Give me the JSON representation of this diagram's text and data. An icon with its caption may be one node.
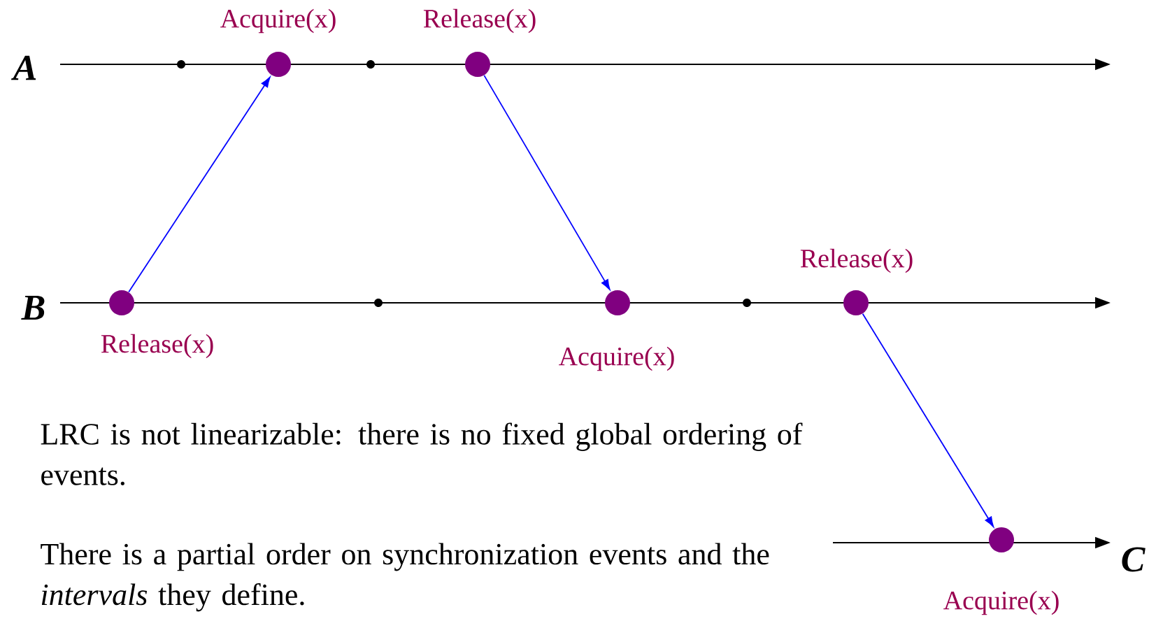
{
  "diagram": {
    "nodes": [
      {
        "text": [
          "Acquire(x)"
        ]
      },
      {
        "text": [
          "Release(x)"
        ]
      },
      {
        "text": [
          "Release(x)"
        ]
      },
      {
        "text": [
          "Acquire(x)"
        ]
      },
      {
        "text": [
          "Release(x)"
        ]
      },
      {
        "text": [
          "Acquire(x)"
        ]
      }
    ],
    "edges": [
      {
        "from": 2,
        "to": 0,
        "arrow": "to"
      },
      {
        "from": 1,
        "to": 3,
        "arrow": "to"
      },
      {
        "from": 4,
        "to": 5,
        "arrow": "to"
      }
    ],
    "labels": [
      "A",
      "B",
      "C",
      "LRC is not linearizable: there is no fixed global ordering of events.",
      "There is a partial order on synchronization events and the *intervals* they define."
    ]
  }
}
